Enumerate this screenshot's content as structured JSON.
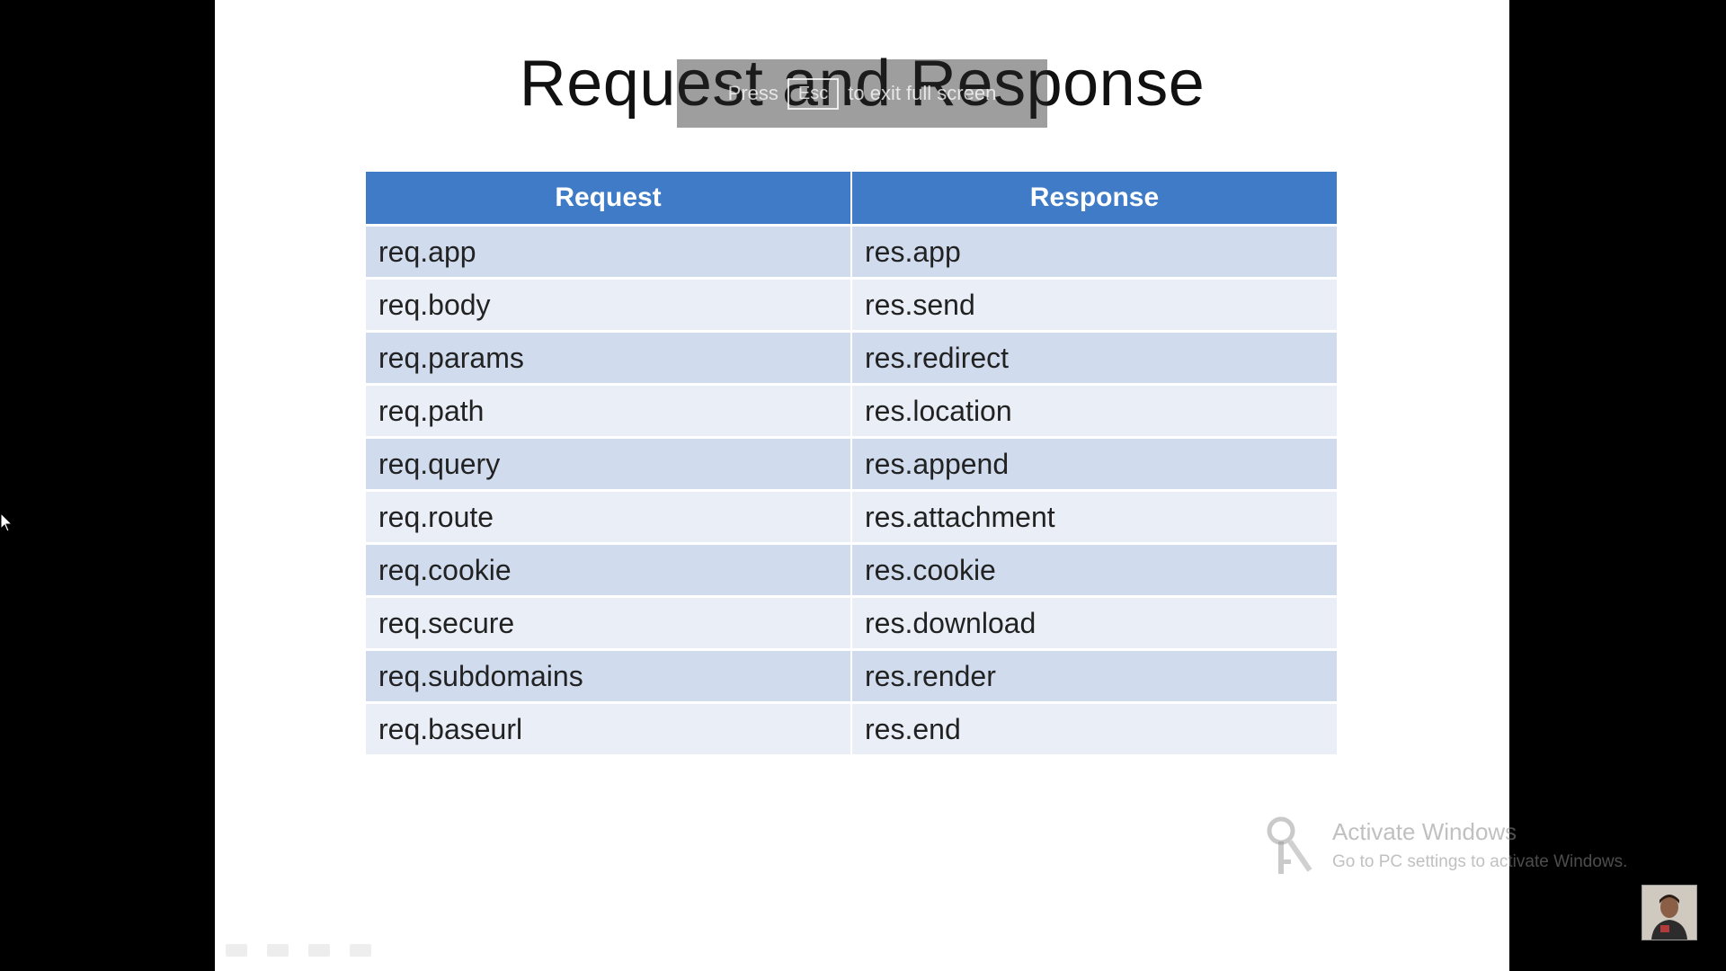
{
  "slide": {
    "title": "Request and Response"
  },
  "fullscreen_hint": {
    "pre": "Press",
    "key": "Esc",
    "post": "to exit full screen"
  },
  "table": {
    "headers": [
      "Request",
      "Response"
    ],
    "rows": [
      [
        "req.app",
        "res.app"
      ],
      [
        "req.body",
        "res.send"
      ],
      [
        "req.params",
        "res.redirect"
      ],
      [
        "req.path",
        "res.location"
      ],
      [
        "req.query",
        "res.append"
      ],
      [
        "req.route",
        "res.attachment"
      ],
      [
        "req.cookie",
        "res.cookie"
      ],
      [
        "req.secure",
        "res.download"
      ],
      [
        "req.subdomains",
        "res.render"
      ],
      [
        "req.baseurl",
        "res.end"
      ]
    ]
  },
  "watermark": {
    "title": "Activate Windows",
    "subtitle": "Go to PC settings to activate Windows.",
    "icon": "key-icon"
  },
  "colors": {
    "header_blue": "#3f7bc6",
    "row_dark": "#d0dcee",
    "row_light": "#e9eef7",
    "background": "#000000",
    "slide": "#ffffff"
  }
}
